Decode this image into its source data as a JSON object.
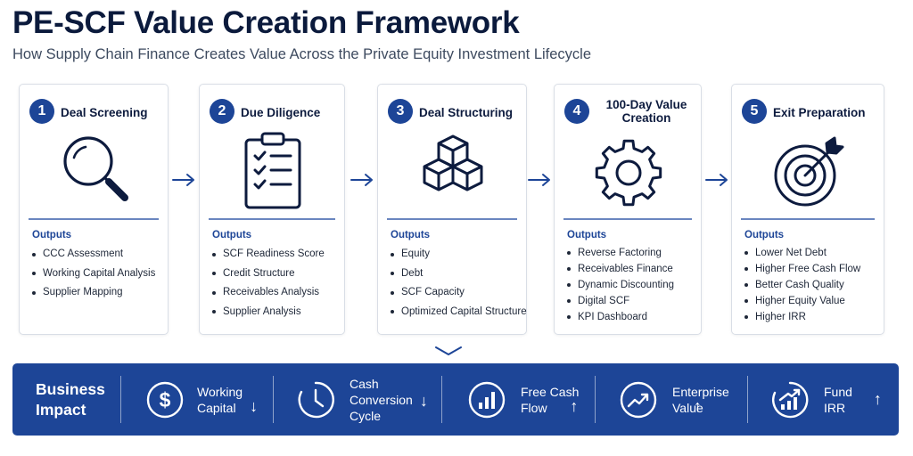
{
  "header": {
    "title": "PE-SCF Value Creation Framework",
    "subtitle": "How Supply Chain Finance Creates Value Across the Private Equity Investment Lifecycle"
  },
  "stages": [
    {
      "number": "1",
      "title": "Deal Screening",
      "icon": "magnifying-glass-icon",
      "outputs_label": "Outputs",
      "outputs": [
        "CCC Assessment",
        "Working Capital Analysis",
        "Supplier Mapping"
      ]
    },
    {
      "number": "2",
      "title": "Due Diligence",
      "icon": "clipboard-checklist-icon",
      "outputs_label": "Outputs",
      "outputs": [
        "SCF Readiness Score",
        "Credit Structure",
        "Receivables Analysis",
        "Supplier Analysis"
      ]
    },
    {
      "number": "3",
      "title": "Deal Structuring",
      "icon": "stacked-cubes-icon",
      "outputs_label": "Outputs",
      "outputs": [
        "Equity",
        "Debt",
        "SCF Capacity",
        "Optimized Capital Structure"
      ]
    },
    {
      "number": "4",
      "title_line1": "100-Day Value",
      "title_line2": "Creation",
      "icon": "gear-icon",
      "outputs_label": "Outputs",
      "outputs": [
        "Reverse Factoring",
        "Receivables Finance",
        "Dynamic Discounting",
        "Digital SCF",
        "KPI Dashboard"
      ]
    },
    {
      "number": "5",
      "title": "Exit Preparation",
      "icon": "target-arrow-icon",
      "outputs_label": "Outputs",
      "outputs": [
        "Lower Net Debt",
        "Higher Free Cash Flow",
        "Better Cash Quality",
        "Higher Equity Value",
        "Higher IRR"
      ]
    }
  ],
  "impact": {
    "label_line1": "Business",
    "label_line2": "Impact",
    "metrics": [
      {
        "line1": "Working",
        "line2": "Capital",
        "direction": "↓",
        "icon": "dollar-circle-icon"
      },
      {
        "line1": "Cash",
        "line2": "Conversion",
        "line3": "Cycle",
        "direction": "↓",
        "icon": "clock-icon"
      },
      {
        "line1": "Free Cash",
        "line2": "Flow",
        "direction": "↑",
        "icon": "bar-chart-icon"
      },
      {
        "line1": "Enterprise",
        "line2": "Value",
        "direction": "↑",
        "icon": "trend-up-circle-icon"
      },
      {
        "line1": "Fund",
        "line2": "IRR",
        "direction": "↑",
        "icon": "growth-chart-icon"
      }
    ]
  },
  "colors": {
    "primary": "#1d4597",
    "text": "#0d1b3e",
    "border": "#d9dee6"
  }
}
